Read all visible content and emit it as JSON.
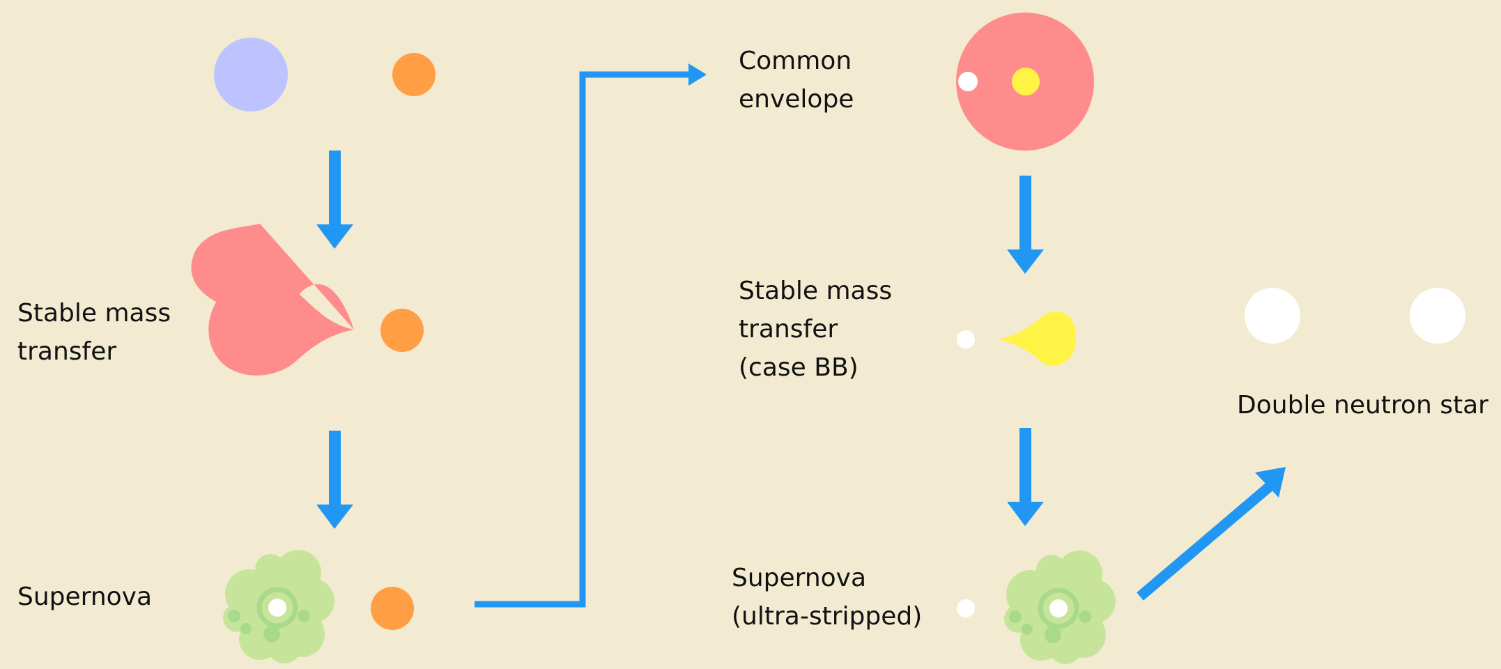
{
  "colors": {
    "background": "#f3ebd1",
    "arrow": "#2196f3",
    "blue_star": "#bcc3ff",
    "orange_star": "#ff9e45",
    "red_giant": "#ff8c8c",
    "yellow_core": "#fff445",
    "neutron_star": "#ffffff",
    "supernova_outer": "#c6e59a",
    "supernova_inner": "#a9d98a",
    "text": "#111111"
  },
  "labels": {
    "stable_mass_transfer": [
      "Stable mass",
      "transfer"
    ],
    "supernova": [
      "Supernova"
    ],
    "common_envelope": [
      "Common",
      "envelope"
    ],
    "stable_mass_transfer_bb": [
      "Stable mass",
      "transfer",
      "(case BB)"
    ],
    "supernova_ultra": [
      "Supernova",
      "(ultra-stripped)"
    ],
    "double_neutron_star": [
      "Double neutron star"
    ]
  },
  "icons": {
    "arrow": "arrow-icon",
    "supernova": "supernova-burst-icon"
  }
}
